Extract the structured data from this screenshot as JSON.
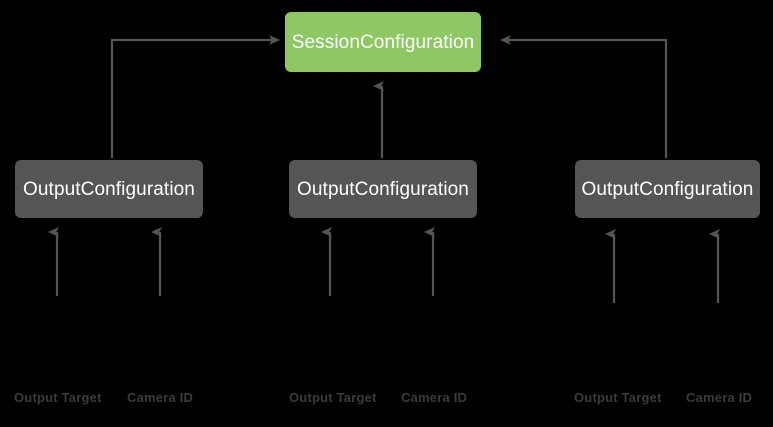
{
  "diagram": {
    "title_node": {
      "label": "SessionConfiguration",
      "color": "#8dc863"
    },
    "output_nodes": [
      {
        "label": "OutputConfiguration",
        "color": "#555555"
      },
      {
        "label": "OutputConfiguration",
        "color": "#555555"
      },
      {
        "label": "OutputConfiguration",
        "color": "#555555"
      }
    ],
    "input_labels": [
      {
        "target": "Output Target",
        "camera": "Camera ID"
      },
      {
        "target": "Output Target",
        "camera": "Camera ID"
      },
      {
        "target": "Output Target",
        "camera": "Camera ID"
      }
    ],
    "colors": {
      "background": "#000000",
      "accent_green": "#8dc863",
      "node_gray": "#555555",
      "arrow_gray": "#555555",
      "label_gray": "#3b3b3b",
      "node_text": "#ffffff"
    }
  }
}
